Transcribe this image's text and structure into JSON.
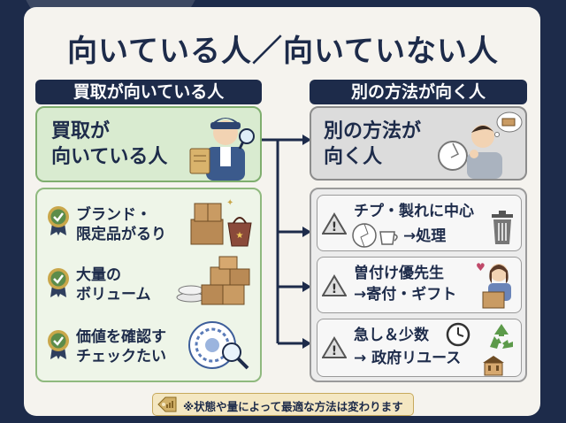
{
  "title": "向いている人／向いていない人",
  "left": {
    "header": "買取が向いている人",
    "main_line1": "買取が",
    "main_line2": "向いている人",
    "items": [
      {
        "line1": "ブランド・",
        "line2": "限定品がるり"
      },
      {
        "line1": "大量の",
        "line2": "ボリューム"
      },
      {
        "line1": "価値を確認す",
        "line2": "チェックたい"
      }
    ]
  },
  "right": {
    "header": "別の方法が向く人",
    "main_line1": "別の方法が",
    "main_line2": "向く人",
    "items": [
      {
        "line1": "チプ・製れに中心",
        "line2": "→処理"
      },
      {
        "line1": "曽付け優先生",
        "line2": "→寄付・ギフト"
      },
      {
        "line1": "急し＆少数",
        "line2": "→ 政府リユース"
      }
    ]
  },
  "footer": "※状態や量によって最適な方法は変わります",
  "colors": {
    "navy": "#1d2b4a",
    "green_panel": "#d9ebd0",
    "grey_panel": "#dcdcdc",
    "footer_bg": "#f4e7c2"
  }
}
